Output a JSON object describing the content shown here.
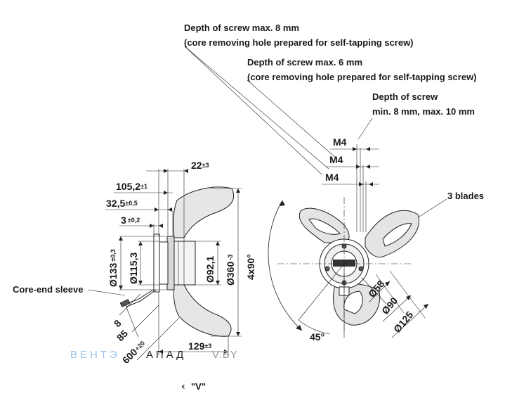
{
  "notes": {
    "screw_8_line1": "Depth of screw max. 8 mm",
    "screw_8_line2": "(core removing hole prepared for self-tapping screw)",
    "screw_6_line1": "Depth of screw max. 6 mm",
    "screw_6_line2": "(core removing hole prepared for self-tapping screw)",
    "screw_min_line1": "Depth of screw",
    "screw_min_line2": "min. 8 mm, max. 10 mm",
    "blades": "3 blades",
    "core_end_sleeve": "Core-end sleeve",
    "view_label": "\"V\""
  },
  "threads": [
    "M4",
    "M4",
    "M4"
  ],
  "side_view_dims": {
    "d22": "22",
    "d22_tol": "±3",
    "d105": "105,2",
    "d105_tol": "±1",
    "d32": "32,5",
    "d32_tol": "±0,5",
    "d3": "3",
    "d3_tol": "±0,2",
    "d133": "Ø133",
    "d133_tol": "±0,3",
    "d115": "Ø115,3",
    "d92": "Ø92,1",
    "d360": "Ø360",
    "d360_tol": "-3",
    "angle4x90": "4x90°",
    "d8": "8",
    "d85": "85",
    "d600": "600",
    "d600_tol": "+20",
    "d129": "129",
    "d129_tol": "±3"
  },
  "front_view_dims": {
    "d58": "Ø58",
    "d90": "Ø90",
    "d125": "Ø125",
    "angle45": "45°"
  },
  "watermark": {
    "left": "ВЕНТЭ",
    "middle": "АПАД",
    "right": "V.BY"
  },
  "colors": {
    "line": "#222222",
    "blade_fill": "#e4e4e4",
    "watermark_left": "#9ec3e6",
    "watermark_mid": "#222222",
    "watermark_right": "#9a9a9a"
  }
}
